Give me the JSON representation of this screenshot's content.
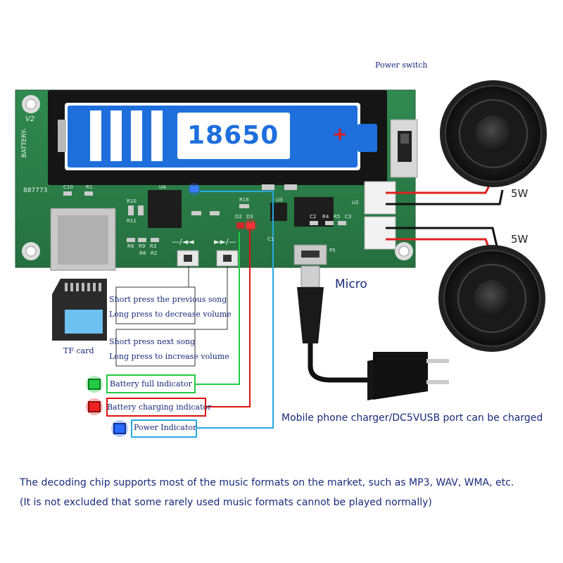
{
  "board": {
    "silk_v2": "V2",
    "silk_battery": "BATTERY-",
    "silk_id": "887773",
    "battery_label": "18650",
    "battery_plus": "+",
    "prev_button_glyph": "—/◄◄",
    "next_button_glyph": "►►/—",
    "silk_parts": [
      "C10",
      "R1",
      "R10",
      "R11",
      "R6",
      "R9",
      "R3",
      "R8",
      "R2",
      "U4",
      "R16",
      "D2",
      "D3",
      "C1",
      "U3",
      "U2",
      "P5",
      "C2",
      "R4",
      "R5",
      "C3"
    ]
  },
  "labels": {
    "power_switch": "Power switch",
    "speaker_top_power": "5W",
    "speaker_bottom_power": "5W",
    "micro": "Micro",
    "tf_card": "TF card",
    "prev_line1": "Short press the previous song",
    "prev_line2": "Long press to decrease volume",
    "next_line1": "Short press next song",
    "next_line2": "Long press to increase volume",
    "battery_full": "Battery full indicator",
    "battery_charging": "Battery charging indicator",
    "power_indicator": "Power Indicator",
    "charger_note": "Mobile phone charger/DC5VUSB port can be charged",
    "footer_line1": "The decoding chip supports most of the music formats on the market, such as MP3, WAV, WMA, etc.",
    "footer_line2": "(It is not excluded that some rarely used music formats cannot be played normally)"
  },
  "colors": {
    "pcb": "#2e7d4a",
    "battery_blue": "#1e6fdc",
    "led_green": "#22cc44",
    "led_red": "#ee2222",
    "led_blue": "#2a6cff",
    "line_green": "#22cc44",
    "line_red": "#dd1111",
    "line_cyan": "#2aa8e0",
    "text_navy": "#1a2a7a"
  }
}
